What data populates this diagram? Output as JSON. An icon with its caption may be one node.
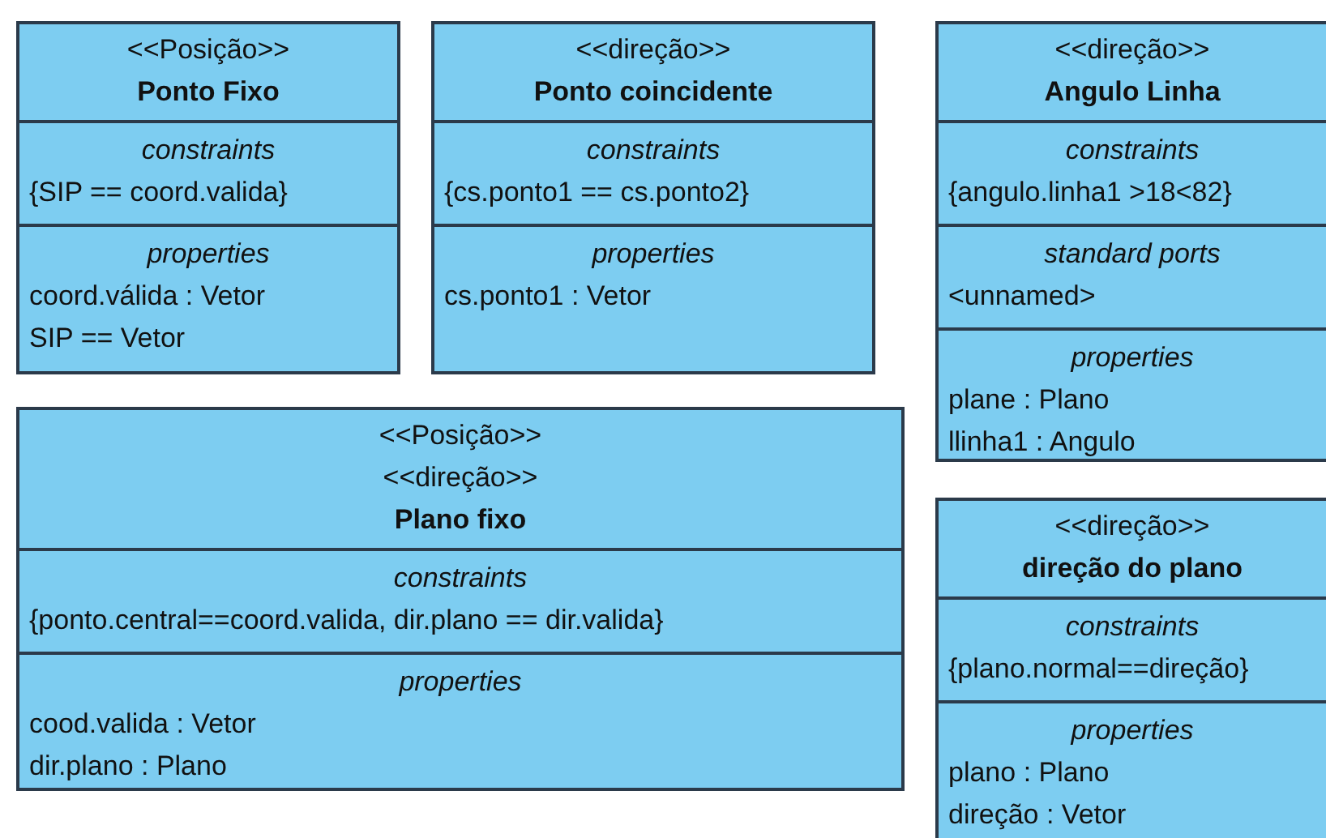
{
  "diagram": {
    "nodes": [
      {
        "text": [
          "<<Posição>>",
          "Ponto Fixo"
        ]
      },
      {
        "text": [
          "constraints",
          "{SIP == coord.valida}"
        ],
        "in": 0
      },
      {
        "text": [
          "properties",
          "coord.válida : Vetor",
          "SIP == Vetor"
        ],
        "in": 0
      },
      {
        "text": [
          "<<direção>>",
          "Ponto coincidente"
        ]
      },
      {
        "text": [
          "constraints",
          "{cs.ponto1 == cs.ponto2}"
        ],
        "in": 3
      },
      {
        "text": [
          "properties",
          "cs.ponto1 : Vetor"
        ],
        "in": 3
      },
      {
        "text": [
          "<<direção>>",
          "Angulo Linha"
        ]
      },
      {
        "text": [
          "constraints",
          "{angulo.linha1 >18<82}"
        ],
        "in": 6
      },
      {
        "text": [
          "standard ports",
          "<unnamed>"
        ],
        "in": 6
      },
      {
        "text": [
          "properties",
          "plane : Plano",
          "llinha1 : Angulo"
        ],
        "in": 6
      },
      {
        "text": [
          "<<Posição>>",
          "<<direção>>",
          "Plano fixo"
        ]
      },
      {
        "text": [
          "constraints",
          "{ponto.central==coord.valida, dir.plano == dir.valida}"
        ],
        "in": 10
      },
      {
        "text": [
          "properties",
          "cood.valida : Vetor",
          "dir.plano : Plano"
        ],
        "in": 10
      },
      {
        "text": [
          "<<direção>>",
          "direção do plano"
        ]
      },
      {
        "text": [
          "constraints",
          "{plano.normal==direção}"
        ],
        "in": 13
      },
      {
        "text": [
          "properties",
          "plano : Plano",
          "direção : Vetor"
        ],
        "in": 13
      }
    ]
  }
}
